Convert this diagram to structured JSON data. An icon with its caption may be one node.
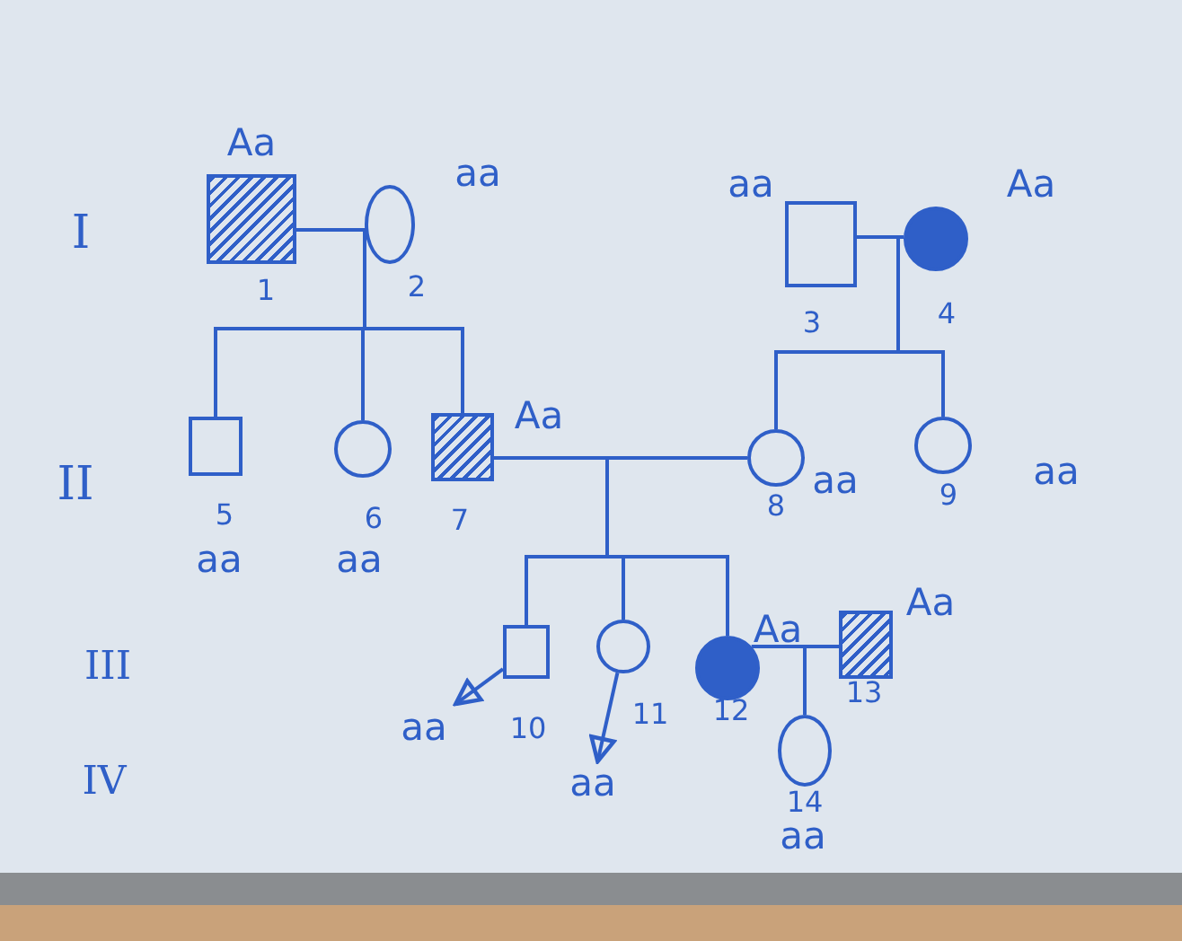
{
  "diagram": {
    "nodes": [
      {
        "text": [],
        "shape": "box",
        "beside": [
          "Aa",
          "1"
        ]
      },
      {
        "text": [],
        "shape": "circle",
        "beside": [
          "aa",
          "2"
        ]
      },
      {
        "text": [],
        "shape": "box",
        "beside": [
          "aa",
          "3"
        ]
      },
      {
        "text": [],
        "shape": "circle",
        "beside": [
          "Aa",
          "4"
        ]
      },
      {
        "text": [],
        "shape": "box",
        "beside": [
          "5",
          "aa"
        ]
      },
      {
        "text": [],
        "shape": "circle",
        "beside": [
          "6",
          "aa"
        ]
      },
      {
        "text": [],
        "shape": "box",
        "beside": [
          "Aa",
          "7"
        ]
      },
      {
        "text": [],
        "shape": "circle",
        "beside": [
          "8",
          "aa"
        ]
      },
      {
        "text": [],
        "shape": "circle",
        "beside": [
          "9",
          "aa"
        ]
      },
      {
        "text": [],
        "shape": "box",
        "beside": [
          "10"
        ]
      },
      {
        "text": [],
        "shape": "circle",
        "beside": [
          "11"
        ]
      },
      {
        "text": [],
        "shape": "circle",
        "beside": [
          "Aa",
          "12"
        ]
      },
      {
        "text": [],
        "shape": "box",
        "beside": [
          "Aa",
          "13"
        ]
      },
      {
        "text": [
          "aa"
        ]
      },
      {
        "text": [
          "aa"
        ]
      },
      {
        "text": [],
        "shape": "circle",
        "beside": [
          "14",
          "aa"
        ]
      }
    ],
    "edges": [
      {
        "from": 0,
        "to": 1,
        "arrow": "none"
      },
      {
        "from": 2,
        "to": 3,
        "arrow": "none"
      },
      {
        "from": 6,
        "to": 7,
        "arrow": "none"
      },
      {
        "from": 11,
        "to": 12,
        "arrow": "none"
      },
      {
        "from": 0,
        "to": 4,
        "arrow": "none"
      },
      {
        "from": 1,
        "to": 4,
        "arrow": "none"
      },
      {
        "from": 0,
        "to": 5,
        "arrow": "none"
      },
      {
        "from": 1,
        "to": 5,
        "arrow": "none"
      },
      {
        "from": 0,
        "to": 6,
        "arrow": "none"
      },
      {
        "from": 1,
        "to": 6,
        "arrow": "none"
      },
      {
        "from": 2,
        "to": 7,
        "arrow": "none"
      },
      {
        "from": 3,
        "to": 7,
        "arrow": "none"
      },
      {
        "from": 2,
        "to": 8,
        "arrow": "none"
      },
      {
        "from": 3,
        "to": 8,
        "arrow": "none"
      },
      {
        "from": 6,
        "to": 9,
        "arrow": "none"
      },
      {
        "from": 7,
        "to": 9,
        "arrow": "none"
      },
      {
        "from": 6,
        "to": 10,
        "arrow": "none"
      },
      {
        "from": 7,
        "to": 10,
        "arrow": "none"
      },
      {
        "from": 6,
        "to": 11,
        "arrow": "none"
      },
      {
        "from": 7,
        "to": 11,
        "arrow": "none"
      },
      {
        "from": 11,
        "to": 15,
        "arrow": "none"
      },
      {
        "from": 12,
        "to": 15,
        "arrow": "none"
      },
      {
        "from": 9,
        "to": 13,
        "arrow": "to"
      },
      {
        "from": 10,
        "to": 14,
        "arrow": "to"
      }
    ],
    "labels": [
      "I",
      "II",
      "III",
      "IV"
    ]
  }
}
